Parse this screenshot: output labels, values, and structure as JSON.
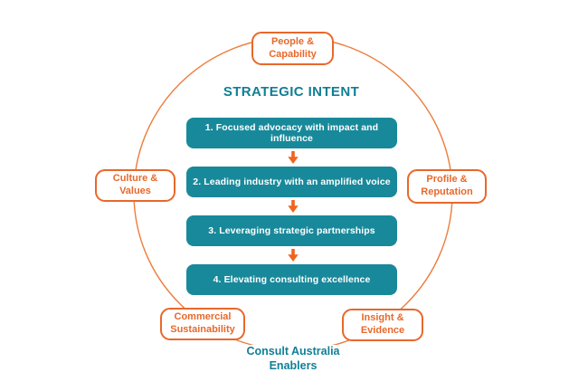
{
  "colors": {
    "teal_box": "#18899A",
    "teal_text": "#0F7F96",
    "orange": "#E8682B",
    "orange_arrow": "#F0641E",
    "ring_orange": "#ED7D3C",
    "step_text": "#FFFFFF",
    "background": "#FFFFFF"
  },
  "diagram": {
    "title": "STRATEGIC INTENT",
    "steps": [
      "1. Focused advocacy with impact and influence",
      "2. Leading industry with an amplified voice",
      "3. Leveraging strategic partnerships",
      "4. Elevating consulting excellence"
    ],
    "enablers": {
      "top": "People & Capability",
      "left": "Culture & Values",
      "right": "Profile & Reputation",
      "bottom_left": "Commercial Sustainability",
      "bottom_right": "Insight & Evidence"
    },
    "footer": "Consult Australia Enablers"
  }
}
